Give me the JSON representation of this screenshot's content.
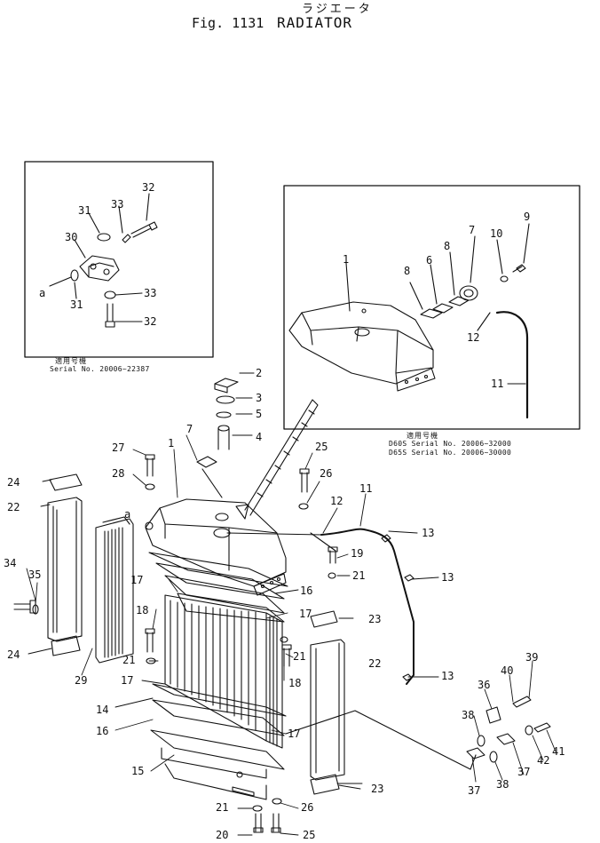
{
  "header": {
    "japanese_title": "ラジエータ",
    "figure_number": "Fig. 1131",
    "title": "RADIATOR"
  },
  "inset_left": {
    "caption_japanese": "適用号機",
    "caption_serial": "Serial No. 20006~22387",
    "part_numbers": [
      "32",
      "31",
      "33",
      "30",
      "a",
      "31",
      "33",
      "32"
    ]
  },
  "inset_right": {
    "caption_japanese": "適用号機",
    "caption_serial_1": "D60S Serial No. 20006~32000",
    "caption_serial_2": "D65S Serial No. 20006~30000",
    "part_numbers": [
      "1",
      "8",
      "6",
      "8",
      "7",
      "10",
      "9",
      "12",
      "11"
    ]
  },
  "main": {
    "part_numbers": [
      "2",
      "3",
      "5",
      "4",
      "7",
      "1",
      "27",
      "28",
      "25",
      "26",
      "12",
      "11",
      "13",
      "19",
      "21",
      "13",
      "16",
      "17",
      "17",
      "23",
      "24",
      "22",
      "34",
      "35",
      "18",
      "21",
      "21",
      "18",
      "24",
      "29",
      "17",
      "22",
      "13",
      "14",
      "16",
      "17",
      "36",
      "40",
      "39",
      "38",
      "37",
      "42",
      "41",
      "38",
      "37",
      "15",
      "23",
      "21",
      "26",
      "20",
      "25"
    ],
    "marker_a": "a"
  }
}
